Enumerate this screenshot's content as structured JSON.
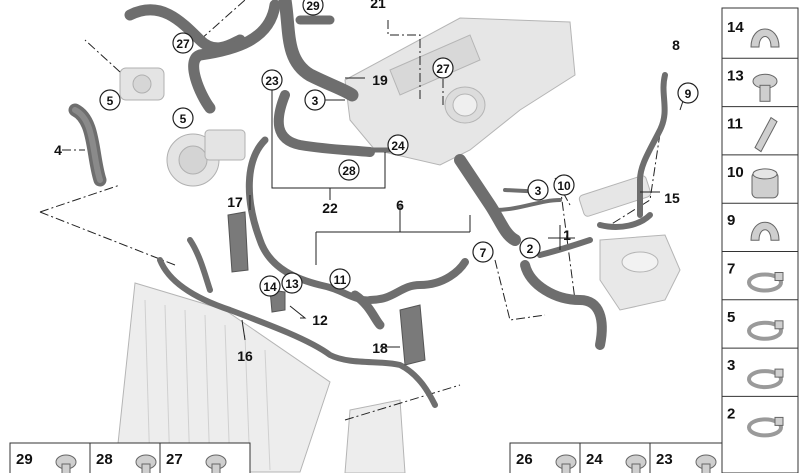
{
  "diagram": {
    "callouts": [
      {
        "id": "c27a",
        "text": "27",
        "circled": true
      },
      {
        "id": "c27b",
        "text": "27",
        "circled": true
      },
      {
        "id": "c29",
        "text": "29",
        "circled": true
      },
      {
        "id": "c21",
        "text": "21",
        "circled": false
      },
      {
        "id": "c8",
        "text": "8",
        "circled": false
      },
      {
        "id": "c9",
        "text": "9",
        "circled": true
      },
      {
        "id": "c5a",
        "text": "5",
        "circled": true
      },
      {
        "id": "c5b",
        "text": "5",
        "circled": true
      },
      {
        "id": "c4",
        "text": "4",
        "circled": false
      },
      {
        "id": "c23",
        "text": "23",
        "circled": true
      },
      {
        "id": "c3a",
        "text": "3",
        "circled": true
      },
      {
        "id": "c19",
        "text": "19",
        "circled": false
      },
      {
        "id": "c24",
        "text": "24",
        "circled": true
      },
      {
        "id": "c28",
        "text": "28",
        "circled": true
      },
      {
        "id": "c22",
        "text": "22",
        "circled": false
      },
      {
        "id": "c3b",
        "text": "3",
        "circled": true
      },
      {
        "id": "c10",
        "text": "10",
        "circled": true
      },
      {
        "id": "c15",
        "text": "15",
        "circled": false
      },
      {
        "id": "c17",
        "text": "17",
        "circled": false
      },
      {
        "id": "c6",
        "text": "6",
        "circled": false
      },
      {
        "id": "c1",
        "text": "1",
        "circled": false
      },
      {
        "id": "c7",
        "text": "7",
        "circled": true
      },
      {
        "id": "c2",
        "text": "2",
        "circled": true
      },
      {
        "id": "c11",
        "text": "11",
        "circled": true
      },
      {
        "id": "c14",
        "text": "14",
        "circled": true
      },
      {
        "id": "c13",
        "text": "13",
        "circled": true
      },
      {
        "id": "c12",
        "text": "12",
        "circled": false
      },
      {
        "id": "c16",
        "text": "16",
        "circled": false
      },
      {
        "id": "c18",
        "text": "18",
        "circled": false
      }
    ],
    "legend_right": [
      "14",
      "13",
      "11",
      "10",
      "9",
      "7",
      "5",
      "3",
      "2"
    ],
    "legend_bottom": [
      "29",
      "28",
      "27",
      "26",
      "24",
      "23"
    ]
  }
}
